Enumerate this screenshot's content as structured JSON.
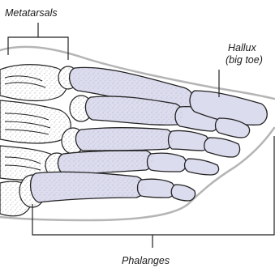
{
  "labels": {
    "metatarsals": "Metatarsals",
    "hallux_line1": "Hallux",
    "hallux_line2": "(big toe)",
    "phalanges": "Phalanges"
  },
  "colors": {
    "bone_fill": "#dcdcef",
    "bone_stroke": "#222222",
    "skin_outline": "#b5b5b5",
    "leader_line": "#222222",
    "text": "#1a1a1a"
  }
}
